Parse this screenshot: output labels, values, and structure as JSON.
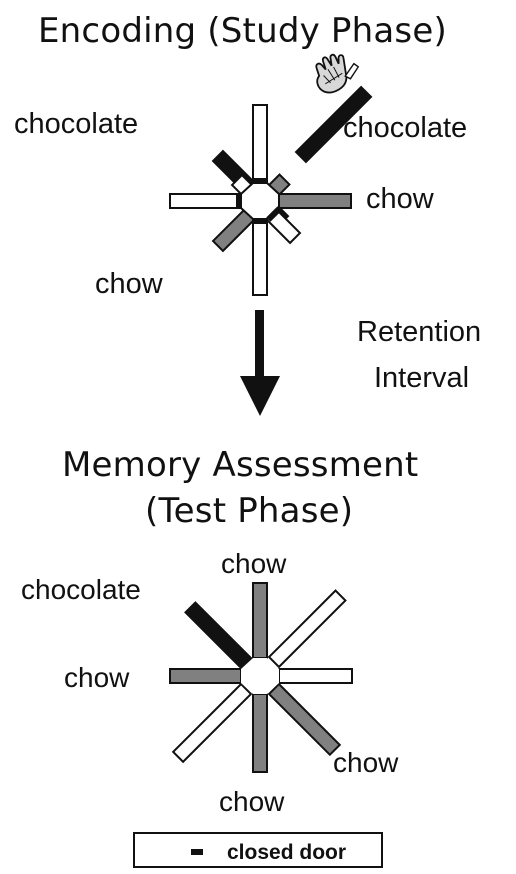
{
  "study": {
    "title": "Encoding (Study Phase)",
    "labels": {
      "nw": "chocolate",
      "ne": "chocolate",
      "e": "chow",
      "sw": "chow"
    }
  },
  "retention": {
    "line1": "Retention",
    "line2": "Interval"
  },
  "test": {
    "title_line1": "Memory Assessment",
    "title_line2": "(Test Phase)",
    "labels": {
      "n": "chow",
      "nw": "chocolate",
      "w": "chow",
      "se": "chow",
      "s": "chow"
    }
  },
  "legend": {
    "label": "closed door"
  },
  "colors": {
    "chocolate_arm": "#111111",
    "chow_arm": "#808080",
    "empty_arm": "#ffffff",
    "outline": "#111111"
  }
}
